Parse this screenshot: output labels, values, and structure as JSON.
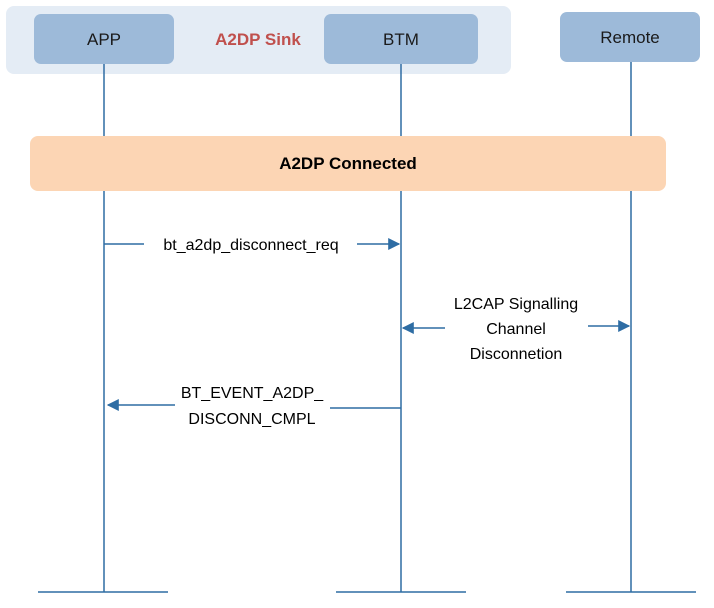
{
  "group": {
    "label": "A2DP Sink"
  },
  "participants": [
    {
      "id": "app",
      "label": "APP"
    },
    {
      "id": "btm",
      "label": "BTM"
    },
    {
      "id": "remote",
      "label": "Remote"
    }
  ],
  "banner": {
    "label": "A2DP Connected"
  },
  "messages": [
    {
      "id": "disconnect-req",
      "label_lines": [
        "bt_a2dp_disconnect_req"
      ]
    },
    {
      "id": "l2cap-disconnect",
      "label_lines": [
        "L2CAP Signalling",
        "Channel",
        "Disconnetion"
      ]
    },
    {
      "id": "disconn-cmpl",
      "label_lines": [
        "BT_EVENT_A2DP_",
        "DISCONN_CMPL"
      ]
    }
  ],
  "colors": {
    "group_fill": "#e4ecf5",
    "participant_fill": "#9dbad9",
    "banner_fill": "#fcd5b4",
    "line": "#2e6da4",
    "sink_label": "#c0504d"
  }
}
